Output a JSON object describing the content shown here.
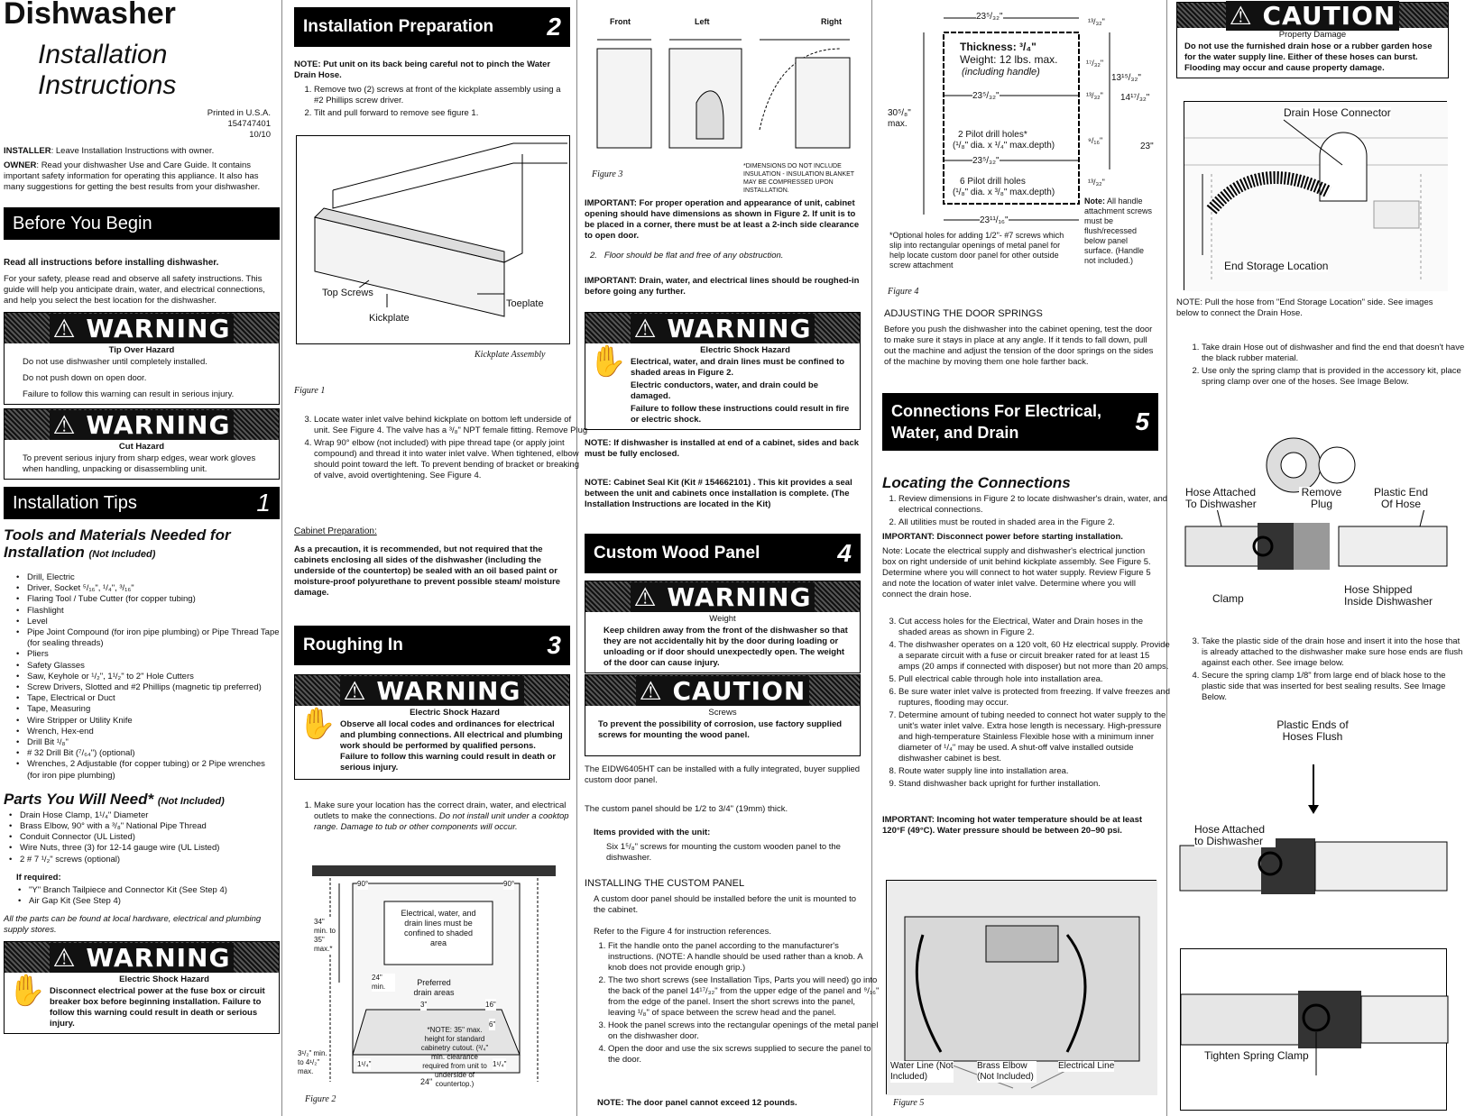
{
  "col1": {
    "title": "Dishwasher",
    "subtitle1": "Installation",
    "subtitle2": "Instructions",
    "printed1": "Printed in U.S.A.",
    "printed2": "154747401",
    "printed3": "10/10",
    "installer_label": "INSTALLER",
    "installer_text": ": Leave Installation Instructions with owner.",
    "owner_label": "OWNER",
    "owner_text": ": Read your dishwasher Use and Care Guide. It contains important safety information for operating this appliance. It also has many suggestions for getting the best results from your dishwasher.",
    "before_heading": "Before You Begin",
    "read_all": "Read all instructions before installing dishwasher.",
    "safety_text": "For your safety, please read and observe all safety instructions. This guide will help you anticipate drain, water, and electrical connections, and help you select the best location for the dishwasher.",
    "warning1": {
      "label": "⚠ WARNING",
      "title": "Tip Over Hazard",
      "lines": [
        "Do not use dishwasher until completely installed.",
        "Do not push down on open door.",
        "Failure to follow this warning can result in serious injury."
      ]
    },
    "warning2": {
      "label": "⚠ WARNING",
      "title": "Cut Hazard",
      "text": "To prevent serious injury from sharp edges, wear work gloves when handling, unpacking or disassembling unit."
    },
    "tips_heading": "Installation Tips",
    "tips_num": "1",
    "tools_heading": "Tools and Materials Needed for Installation",
    "not_included": "(Not Included)",
    "tools": [
      "Drill, Electric",
      "Driver, Socket ⁵/₁₆\", ¹/₄\", ³/₁₆\"",
      "Flaring Tool / Tube Cutter (for copper tubing)",
      "Flashlight",
      "Level",
      "Pipe Joint Compound (for iron pipe plumbing) or Pipe Thread Tape (for sealing threads)",
      "Pliers",
      "Safety Glasses",
      "Saw, Keyhole or ¹/₂\", 1¹/₂\" to 2\" Hole Cutters",
      "Screw Drivers, Slotted and #2 Phillips (magnetic tip preferred)",
      "Tape, Electrical or Duct",
      "Tape, Measuring",
      "Wire Stripper or Utility Knife",
      "Wrench, Hex-end",
      "Drill Bit ¹/₈\"",
      "# 32 Drill Bit (⁷/₆₄\") (optional)",
      "Wrenches, 2 Adjustable (for copper tubing) or 2 Pipe wrenches (for iron pipe plumbing)"
    ],
    "parts_heading": "Parts You Will Need*",
    "parts_not_included": "(Not Included)",
    "parts": [
      "Drain Hose Clamp, 1¹/₄\" Diameter",
      "Brass Elbow, 90° with a ³/₈\" National Pipe Thread",
      "Conduit Connector (UL Listed)",
      "Wire Nuts, three (3) for 12-14 gauge wire (UL Listed)",
      "2 # 7 ¹/₂\" screws (optional)"
    ],
    "if_required": "If required:",
    "required": [
      "\"Y\" Branch Tailpiece and Connector Kit (See Step 4)",
      "Air Gap Kit (See Step 4)"
    ],
    "parts_note": "All the parts can be found at local hardware, electrical and plumbing supply stores.",
    "warning3": {
      "label": "⚠ WARNING",
      "title": "Electric Shock Hazard",
      "text": "Disconnect electrical power at the fuse box or circuit breaker box before beginning installation. Failure to follow this warning could result in death or serious injury."
    }
  },
  "col2": {
    "heading": "Installation Preparation",
    "num": "2",
    "note": "NOTE: Put unit on its back being careful not to pinch the Water Drain Hose.",
    "steps": [
      "Remove two (2) screws at front of the kickplate assembly using a #2 Phillips screw driver.",
      "Tilt and pull forward to remove see figure 1."
    ],
    "fig1": {
      "top_screws": "Top Screws",
      "kickplate": "Kickplate",
      "toeplate": "Toeplate",
      "caption": "Kickplate Assembly",
      "label": "Figure 1"
    },
    "steps2": [
      "Locate water inlet valve behind kickplate on bottom left underside of unit. See Figure 4. The valve has a ³/₈\" NPT female fitting. Remove Plug",
      "Wrap 90° elbow (not included) with pipe thread tape (or apply joint compound) and thread it into water inlet valve. When tightened, elbow should point toward the left. To prevent bending of bracket or breaking of valve, avoid overtightening. See Figure 4."
    ],
    "cabinet_heading": "Cabinet Preparation:",
    "cabinet_text": "As a precaution, it is recommended, but not required that the cabinets enclosing all sides of the dishwasher (including the underside of the countertop) be sealed with an oil based paint or moisture-proof polyurethane to prevent possible steam/ moisture damage.",
    "rough_heading": "Roughing In",
    "rough_num": "3",
    "warning": {
      "label": "⚠ WARNING",
      "title": "Electric Shock Hazard",
      "text": "Observe all local codes and ordinances for electrical and plumbing connections. All electrical and plumbing work should be performed by qualified persons. Failure to follow this warning could result in death or serious injury."
    },
    "step1": "Make sure your location has the correct drain, water, and electrical outlets to make the connections.",
    "step1_italic": "Do not install unit under a cooktop range. Damage to tub or other components will occur.",
    "fig2": {
      "label": "Figure 2",
      "electrical": "Electrical, water, and drain lines must be confined to shaded area",
      "preferred": "Preferred drain areas",
      "note": "*NOTE: 35\" max. height for standard cabinetry cutout. (³/₄\" min. clearance required from unit to underside of countertop.)",
      "w24": "24\"",
      "min24": "24\" min.",
      "h34": "34\" min. to 35\" max.*",
      "deg90": "90°",
      "d3": "3\"",
      "d16": "16\"",
      "d6": "6\"",
      "d1": "1¹/₄\"",
      "h31": "3¹/₂\" min. to 4¹/₂\" max."
    }
  },
  "col3": {
    "fig3": {
      "front": "Front",
      "left": "Left",
      "right": "Right",
      "label": "Figure 3",
      "note": "*DIMENSIONS DO NOT INCLUDE INSULATION - INSULATION BLANKET MAY BE COMPRESSED UPON INSTALLATION."
    },
    "important1": "IMPORTANT: For proper operation and appearance of unit, cabinet opening should have dimensions as shown in Figure 2. If unit is to be placed in a corner, there must be at least a 2-inch side clearance to open door.",
    "step2": "Floor should be flat and free of any obstruction.",
    "important2": "IMPORTANT: Drain, water, and electrical lines should be roughed-in before going any further.",
    "warning": {
      "label": "⚠ WARNING",
      "title": "Electric Shock Hazard",
      "lines": [
        "Electrical, water, and drain lines must be confined to shaded areas in Figure 2.",
        "Electric conductors, water, and drain could be damaged.",
        "Failure to follow these instructions could result in fire or electric shock."
      ]
    },
    "note1": "NOTE: If dishwasher is installed at end of a cabinet, sides and back must be fully enclosed.",
    "note2": "NOTE: Cabinet Seal Kit (Kit # 154662101) . This kit provides a seal between the unit and cabinets once installation is complete. (The Installation Instructions are located in the Kit)",
    "custom_heading": "Custom Wood Panel",
    "custom_num": "4",
    "warning_weight": {
      "label": "⚠ WARNING",
      "title": "Weight",
      "text": "Keep children away from the front of the dishwasher so that they are not accidentally hit by the door during loading or unloading or if door should unexpectedly open. The weight of the door can cause injury."
    },
    "caution": {
      "label": "⚠ CAUTION",
      "title": "Screws",
      "text": "To prevent the possibility of corrosion, use factory supplied screws for mounting the wood panel."
    },
    "p1": "The EIDW6405HT can be installed with a fully integrated, buyer supplied custom door panel.",
    "p2": "The custom panel should be 1/2 to 3/4\" (19mm) thick.",
    "items_heading": "Items provided with the unit:",
    "items_text": "Six 1⁵/₈\" screws for mounting the custom wooden panel to the dishwasher.",
    "installing_heading": "INSTALLING THE CUSTOM PANEL",
    "installing_text": "A custom door panel should be installed before the unit is mounted to the cabinet.",
    "refer": "Refer to the Figure 4 for instruction references.",
    "steps": [
      "Fit the handle onto the panel according to the manufacturer's instructions. (NOTE: A handle should be used rather than a knob. A knob does not provide enough grip.)",
      "The two short screws (see Installation Tips, Parts you will need) go into the back of the panel 14¹⁷/₃₂\" from the upper edge of the panel and ⁹/₁₆\" from the edge of the panel. Insert the short screws into the panel, leaving ¹/₈\" of space between the screw head and the panel.",
      "Hook the panel screws into the rectangular openings of the metal panel on the dishwasher door.",
      "Open the door and use the six screws supplied to secure the panel to the door."
    ],
    "final_note": "NOTE: The door panel cannot exceed 12 pounds."
  },
  "col4": {
    "fig4": {
      "label": "Figure 4",
      "thickness": "Thickness: ³/₄\"",
      "weight": "Weight: 12 lbs. max.",
      "incl": "(including handle)",
      "pilot2": "2 Pilot drill holes*",
      "pilot2b": "(¹/₈\" dia. x ¹/₄\" max.depth)",
      "pilot6": "6 Pilot drill holes",
      "pilot6b": "(¹/₈\" dia. x ³/₈\" max.depth)",
      "note_bold": "Note:",
      "note": "All handle attachment screws must be flush/recessed below panel surface. (Handle not included.)",
      "optional": "*Optional holes for adding 1/2\"- #7 screws which slip into rectangular openings of metal panel for help locate custom door panel for other outside screw attachment",
      "h30": "30⁵/₈\" max.",
      "w23a": "23⁵/₃₂\"",
      "w23b": "23⁵/₃₂\"",
      "w23c": "23⁵/₃₂\"",
      "w23d": "23¹¹/₁₆\"",
      "d13a": "¹³/₃₂\"",
      "d17": "¹⁷/₃₂\"",
      "d13b": "13¹⁵/₃₂\"",
      "d14": "14¹⁷/₃₂\"",
      "d13c": "¹³/₃₂\"",
      "d9": "⁹/₁₆\"",
      "d13d": "¹³/₃₂\"",
      "d23": "23\""
    },
    "springs_heading": "ADJUSTING THE DOOR SPRINGS",
    "springs_text": "Before you push the dishwasher into the cabinet opening, test the door to make sure it stays in place at any angle. If it tends to fall down, pull out the machine and adjust the tension of the door springs on the sides of the machine by moving them one hole farther back.",
    "conn_heading": "Connections For Electrical, Water, and Drain",
    "conn_num": "5",
    "locating": "Locating the Connections",
    "steps_a": [
      "Review dimensions in Figure 2 to locate dishwasher's drain, water, and electrical connections.",
      "All utilities must be routed in shaded area in the Figure 2."
    ],
    "important": "IMPORTANT: Disconnect power before starting installation.",
    "note": "Note: Locate the electrical supply and dishwasher's electrical junction box on right underside of unit behind kickplate assembly. See Figure 5. Determine where you will connect to hot water supply. Review Figure 5 and note the location of water inlet valve. Determine where you will connect the drain hose.",
    "steps_b": [
      "Cut access holes for the Electrical, Water and Drain hoses in the shaded areas as shown in Figure 2.",
      "The dishwasher operates on a 120 volt, 60 Hz electrical supply. Provide a separate circuit with a fuse or circuit breaker rated for at least 15 amps (20 amps if connected with disposer) but not more than 20 amps.",
      "Pull electrical cable through hole into installation area.",
      "Be sure water inlet valve is protected from freezing. If valve freezes and ruptures, flooding may occur.",
      "Determine amount of tubing needed to connect hot water supply to the unit's water inlet valve. Extra hose length is necessary. High-pressure and high-temperature Stainless Flexible hose with a minimum inner diameter of ¹/₄\" may be used. A shut-off valve installed outside dishwasher cabinet is best.",
      "Route water supply line into installation area.",
      "Stand dishwasher back upright for further installation."
    ],
    "important2": "IMPORTANT: Incoming hot water temperature should be at least 120°F (49°C). Water pressure should be between 20–90 psi.",
    "fig5": {
      "water": "Water Line (Not Included)",
      "brass": "Brass Elbow (Not Included)",
      "elec": "Electrical Line",
      "label": "Figure 5"
    }
  },
  "col5": {
    "caution": {
      "label": "⚠ CAUTION",
      "title": "Property Damage",
      "text": "Do not use the furnished drain hose or a rubber garden hose for the water supply line. Either of these hoses can burst. Flooding may occur and cause property damage."
    },
    "fig_a": {
      "connector": "Drain Hose Connector",
      "storage": "End Storage Location"
    },
    "note": "NOTE: Pull the hose from \"End Storage Location\" side. See images below to connect the Drain Hose.",
    "steps1": [
      "Take drain Hose out of dishwasher and find the end that doesn't have the black rubber material.",
      "Use only the spring clamp that is provided in the accessory kit, place spring clamp over one of the hoses. See Image Below."
    ],
    "fig_b": {
      "attached": "Hose Attached To Dishwasher",
      "remove": "Remove Plug",
      "plastic": "Plastic End Of Hose",
      "clamp": "Clamp",
      "shipped": "Hose Shipped Inside Dishwasher"
    },
    "steps2": [
      "Take the plastic side of the drain hose and insert it into the hose that is already attached to the dishwasher make sure hose ends are flush against each other. See image below.",
      "Secure the spring clamp 1/8\" from large end of black hose to the plastic side that was inserted for best sealing results. See Image Below."
    ],
    "fig_c": {
      "plastic_ends": "Plastic Ends of Hoses Flush",
      "attached": "Hose Attached to Dishwasher"
    },
    "fig_d": {
      "tighten": "Tighten Spring Clamp"
    }
  }
}
